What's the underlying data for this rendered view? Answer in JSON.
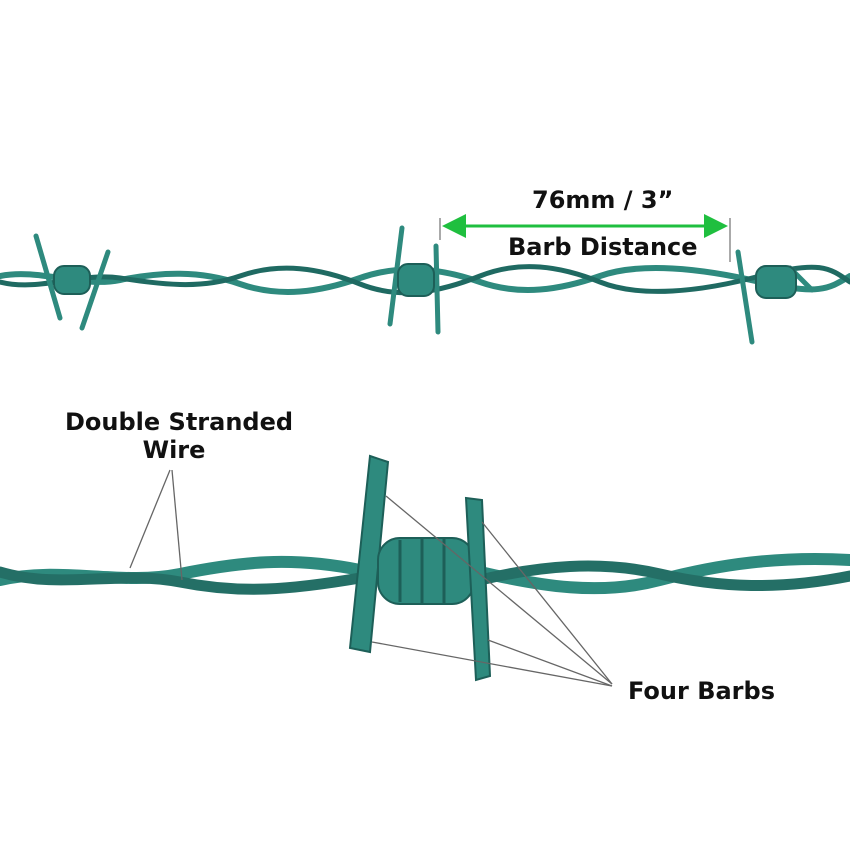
{
  "measurement": {
    "distance_label": "76mm / 3”",
    "caption": "Barb Distance",
    "arrow_color": "#1fbf3f"
  },
  "labels": {
    "double_stranded_line1": "Double Stranded",
    "double_stranded_line2": "Wire",
    "four_barbs": "Four Barbs"
  },
  "colors": {
    "wire": "#2e8a7e",
    "wire_dark": "#1d5f58",
    "leader": "#666666"
  }
}
